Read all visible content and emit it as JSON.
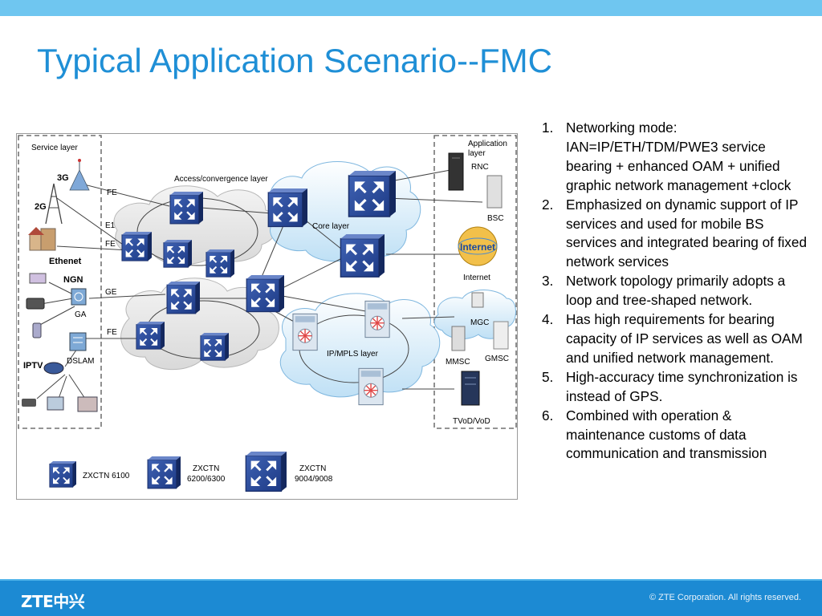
{
  "slide": {
    "title": "Typical Application Scenario--FMC",
    "copyright": "© ZTE Corporation. All rights reserved.",
    "logo_text": "ZTE中兴",
    "accent_color": "#1f8fd6",
    "footer_color": "#1c8ad3"
  },
  "diagram": {
    "service_layer": "Service layer",
    "application_layer_line1": "Application",
    "application_layer_line2": "layer",
    "access_layer": "Access/convergence layer",
    "core_layer": "Core layer",
    "ipmpls_layer": "IP/MPLS layer",
    "service_nodes": {
      "n3g": "3G",
      "n2g": "2G",
      "ethenet": "Ethenet",
      "ngn": "NGN",
      "ga": "GA",
      "iptv": "IPTV",
      "dslam": "DSLAM"
    },
    "links": {
      "fe1": "FE",
      "e1": "E1",
      "fe2": "FE",
      "ge": "GE",
      "fe3": "FE"
    },
    "app_nodes": {
      "rnc": "RNC",
      "bsc": "BSC",
      "internet": "Internet",
      "internet_globe": "Internet",
      "mgc": "MGC",
      "mmsc": "MMSC",
      "gmsc": "GMSC",
      "tvod": "TVoD/VoD"
    },
    "legend": {
      "zx6100": "ZXCTN 6100",
      "zx6200_l1": "ZXCTN",
      "zx6200_l2": "6200/6300",
      "zx9004_l1": "ZXCTN",
      "zx9004_l2": "9004/9008"
    }
  },
  "points": [
    {
      "num": "1.",
      "text": "Networking mode: IAN=IP/ETH/TDM/PWE3 service bearing + enhanced OAM + unified graphic network management +clock"
    },
    {
      "num": "2.",
      "text": "Emphasized on dynamic support of IP services and used for mobile BS services and integrated bearing of fixed network services"
    },
    {
      "num": "3.",
      "text": "Network topology primarily adopts a loop and tree-shaped network."
    },
    {
      "num": "4.",
      "text": "Has high requirements for bearing capacity of IP services as well as OAM and unified network management."
    },
    {
      "num": "5.",
      "text": "High-accuracy time synchronization is instead of GPS."
    },
    {
      "num": "6.",
      "text": "Combined with operation & maintenance customs of data communication and transmission"
    }
  ]
}
